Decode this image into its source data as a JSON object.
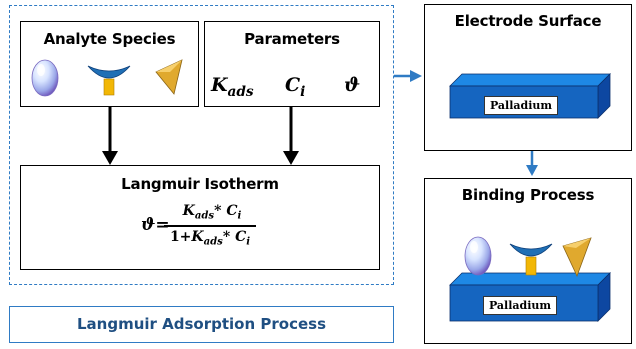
{
  "left_panel": {
    "analyte_title": "Analyte Species",
    "parameters_title": "Parameters",
    "param_kads_base": "K",
    "param_kads_sub": "ads",
    "param_ci_base": "C",
    "param_ci_sub": "i",
    "param_theta": "ϑ",
    "isotherm_title": "Langmuir Isotherm",
    "formula_lhs": "ϑ=",
    "formula_num_k": "K",
    "formula_num_k_sub": "ads",
    "formula_num_op": "* ",
    "formula_num_c": "C",
    "formula_num_c_sub": "i",
    "formula_den_prefix": "1+",
    "formula_den_k": "K",
    "formula_den_k_sub": "ads",
    "formula_den_op": "* ",
    "formula_den_c": "C",
    "formula_den_c_sub": "i"
  },
  "caption": "Langmuir Adsorption Process",
  "electrode": {
    "title": "Electrode Surface",
    "plate_label": "Palladium"
  },
  "binding": {
    "title": "Binding Process",
    "plate_label": "Palladium"
  },
  "colors": {
    "accent_blue": "#2f7bc4",
    "caption_text": "#1f4f82",
    "plate_front": "#1565c0",
    "plate_top": "#1e88e5",
    "plate_side": "#0d47a1",
    "cone_gold": "#e0a92e",
    "cup_blue": "#1f6fb5",
    "stem_gold": "#f2b705"
  }
}
